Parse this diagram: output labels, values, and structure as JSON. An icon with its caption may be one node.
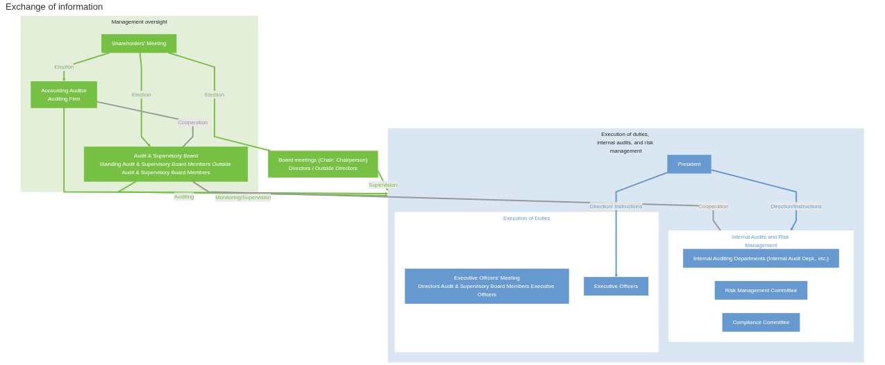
{
  "diagram": {
    "nodes": [
      {
        "text": [
          "Management oversight"
        ]
      },
      {
        "text": [
          "Shareholders’ Meeting"
        ],
        "in": 0
      },
      {
        "text": [
          "Accounting Auditor",
          "Auditing Firm"
        ],
        "in": 0
      },
      {
        "text": [
          "Audit & Supervisory Board",
          "Standing Audit & Supervisory Board Members Outside Audit & Supervisory Board Members"
        ],
        "in": 0
      },
      {
        "text": [
          "Board meetings (Chair: Chairperson)",
          "Directors / Outside Directors"
        ]
      },
      {
        "text": [
          "Execution of duties, internal audits, and risk management"
        ]
      },
      {
        "text": [
          "President"
        ],
        "in": 5
      },
      {
        "text": [
          "Internal Audits and Risk Management"
        ],
        "in": 5
      },
      {
        "text": [
          "Internal Auditing Departments (Internal Audit Dept., etc.)"
        ],
        "in": 7
      },
      {
        "text": [
          "Risk Management Committee"
        ],
        "in": 7
      },
      {
        "text": [
          "Compliance Committee"
        ],
        "in": 7
      },
      {
        "text": [
          "Execution of Duties"
        ],
        "in": 5
      },
      {
        "text": [
          "Executive Officers’ Meeting",
          "Directors Audit & Supervisory Board Members Executive Officers"
        ],
        "in": 11
      },
      {
        "text": [
          "Executive Officers"
        ],
        "in": 11
      }
    ],
    "edges": [
      {
        "from": 1,
        "to": 2,
        "arrow": "to",
        "label": "Election"
      },
      {
        "from": 1,
        "to": 3,
        "arrow": "to",
        "label": "Election"
      },
      {
        "from": 1,
        "to": 4,
        "arrow": "to",
        "label": "Election"
      },
      {
        "from": 2,
        "to": 3,
        "arrow": "none",
        "label": "Cooperation",
        "color": "#999999"
      },
      {
        "from": 2,
        "to": 5,
        "arrow": "to",
        "label": "Auditing"
      },
      {
        "from": 3,
        "to": 5,
        "arrow": "to",
        "label": "Monitoring/Supervision"
      },
      {
        "from": 4,
        "to": 5,
        "arrow": "to",
        "label": "Supervision"
      },
      {
        "from": 3,
        "to": 7,
        "arrow": "none",
        "label": "Cooperation",
        "color": "#999999"
      },
      {
        "from": 6,
        "to": 7,
        "arrow": "to",
        "label": "Direction/Instructions",
        "color": "#6699d0"
      },
      {
        "from": 6,
        "to": 13,
        "arrow": "to",
        "label": "Direction/ Instructions",
        "color": "#6699d0"
      }
    ],
    "labels": [
      "Exchange of information"
    ]
  }
}
